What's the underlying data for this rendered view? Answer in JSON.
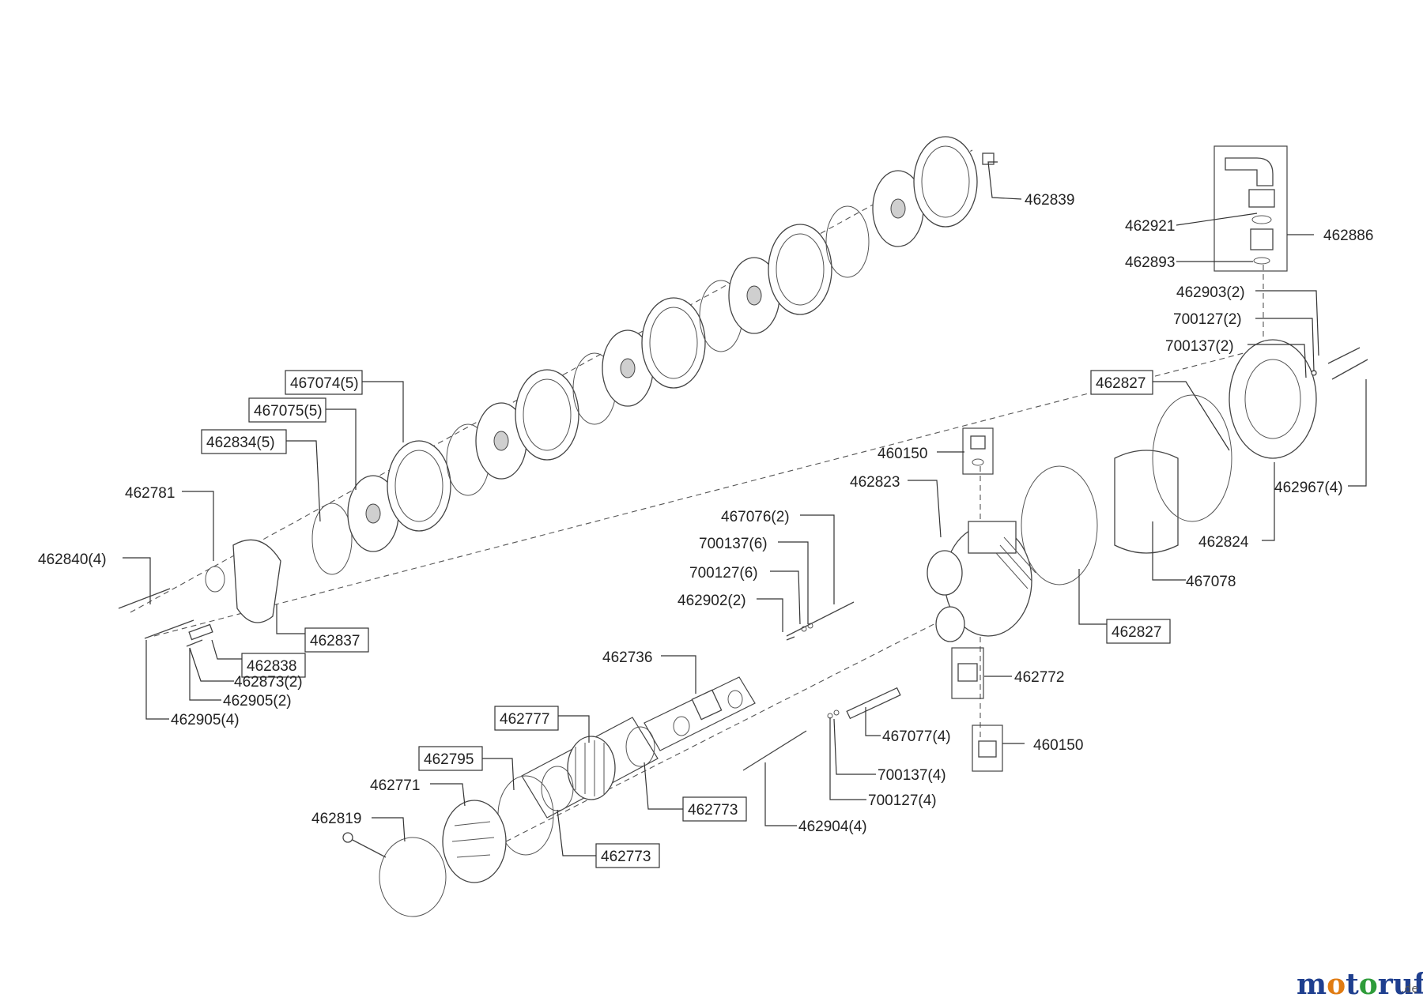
{
  "diagram": {
    "labels": [
      {
        "id": "p462839",
        "text": "462839",
        "boxed": false
      },
      {
        "id": "p462921",
        "text": "462921",
        "boxed": false
      },
      {
        "id": "p462886",
        "text": "462886",
        "boxed": false
      },
      {
        "id": "p462893",
        "text": "462893",
        "boxed": false
      },
      {
        "id": "p462903_2",
        "text": "462903(2)",
        "boxed": false
      },
      {
        "id": "p700127_2",
        "text": "700127(2)",
        "boxed": false
      },
      {
        "id": "p700137_2",
        "text": "700137(2)",
        "boxed": false
      },
      {
        "id": "p462827_top",
        "text": "462827",
        "boxed": true
      },
      {
        "id": "p467074_5",
        "text": "467074(5)",
        "boxed": true
      },
      {
        "id": "p467075_5",
        "text": "467075(5)",
        "boxed": true
      },
      {
        "id": "p462834_5",
        "text": "462834(5)",
        "boxed": true
      },
      {
        "id": "p460150_top",
        "text": "460150",
        "boxed": false
      },
      {
        "id": "p462823",
        "text": "462823",
        "boxed": false
      },
      {
        "id": "p462967_4",
        "text": "462967(4)",
        "boxed": false
      },
      {
        "id": "p462781",
        "text": "462781",
        "boxed": false
      },
      {
        "id": "p467076_2",
        "text": "467076(2)",
        "boxed": false
      },
      {
        "id": "p700137_6",
        "text": "700137(6)",
        "boxed": false
      },
      {
        "id": "p462824",
        "text": "462824",
        "boxed": false
      },
      {
        "id": "p462840_4",
        "text": "462840(4)",
        "boxed": false
      },
      {
        "id": "p700127_6",
        "text": "700127(6)",
        "boxed": false
      },
      {
        "id": "p467078",
        "text": "467078",
        "boxed": false
      },
      {
        "id": "p462902_2",
        "text": "462902(2)",
        "boxed": false
      },
      {
        "id": "p462827_mid",
        "text": "462827",
        "boxed": true
      },
      {
        "id": "p462837",
        "text": "462837",
        "boxed": true
      },
      {
        "id": "p462838",
        "text": "462838",
        "boxed": true
      },
      {
        "id": "p462736",
        "text": "462736",
        "boxed": false
      },
      {
        "id": "p462873_2",
        "text": "462873(2)",
        "boxed": false
      },
      {
        "id": "p462772",
        "text": "462772",
        "boxed": false
      },
      {
        "id": "p462905_2",
        "text": "462905(2)",
        "boxed": false
      },
      {
        "id": "p462905_4",
        "text": "462905(4)",
        "boxed": false
      },
      {
        "id": "p462777",
        "text": "462777",
        "boxed": true
      },
      {
        "id": "p467077_4",
        "text": "467077(4)",
        "boxed": false
      },
      {
        "id": "p460150_bot",
        "text": "460150",
        "boxed": false
      },
      {
        "id": "p462795",
        "text": "462795",
        "boxed": true
      },
      {
        "id": "p700137_4",
        "text": "700137(4)",
        "boxed": false
      },
      {
        "id": "p462771",
        "text": "462771",
        "boxed": false
      },
      {
        "id": "p462773_a",
        "text": "462773",
        "boxed": true
      },
      {
        "id": "p700127_4",
        "text": "700127(4)",
        "boxed": false
      },
      {
        "id": "p462819",
        "text": "462819",
        "boxed": false
      },
      {
        "id": "p462904_4",
        "text": "462904(4)",
        "boxed": false
      },
      {
        "id": "p462773_b",
        "text": "462773",
        "boxed": true
      }
    ]
  },
  "watermark": {
    "brand": "motoruf",
    "tld": ".de",
    "colors": [
      "#1f3f8f",
      "#e07b12",
      "#2e9c3a",
      "#c8201f"
    ]
  }
}
